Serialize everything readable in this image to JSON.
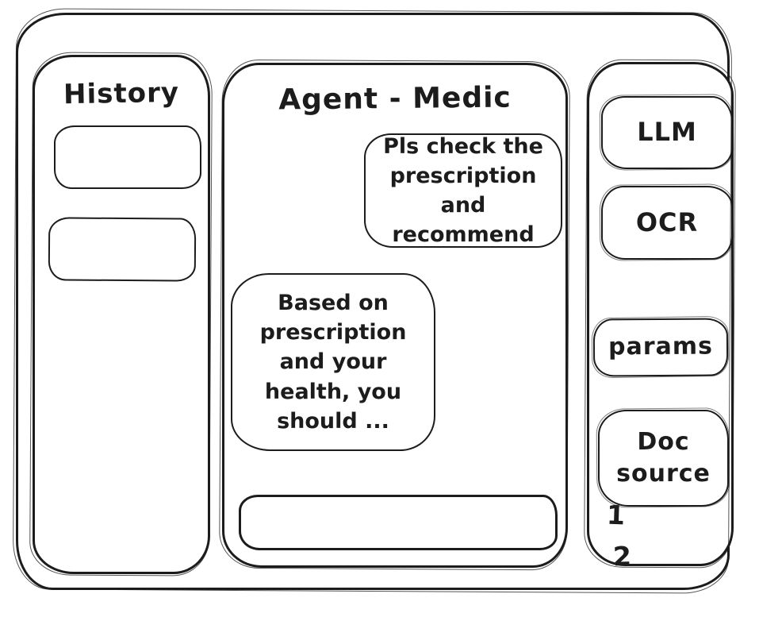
{
  "app": {
    "title": "Agent - Medic"
  },
  "sidebar_left": {
    "title": "History",
    "items": [
      {
        "label": ""
      },
      {
        "label": ""
      }
    ]
  },
  "chat": {
    "user_message": "Pls check the prescription and recommend",
    "agent_message": "Based on prescription and your health, you should ...",
    "input_value": "",
    "input_placeholder": ""
  },
  "sidebar_right": {
    "buttons": [
      {
        "label": "LLM"
      },
      {
        "label": "OCR"
      },
      {
        "label": "params"
      },
      {
        "label": "Doc source"
      }
    ],
    "doc_source_items": [
      "1",
      "2"
    ]
  },
  "colors": {
    "stroke": "#1c1c1c",
    "background": "#ffffff"
  }
}
